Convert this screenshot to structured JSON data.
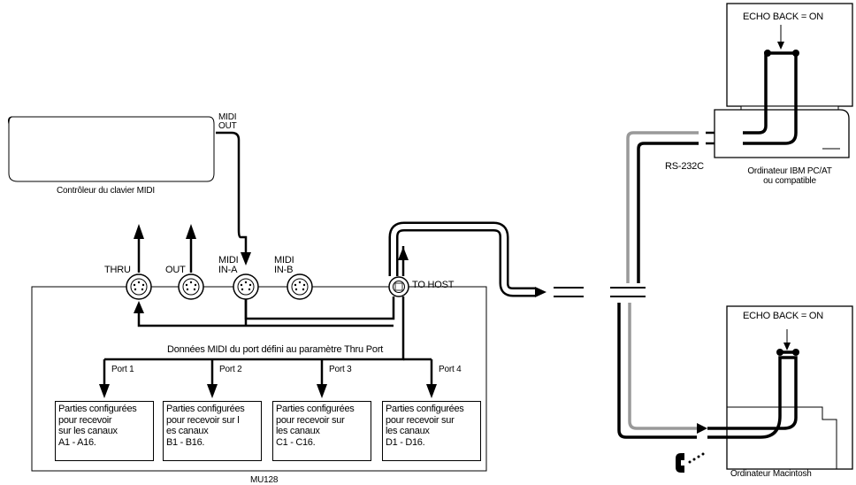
{
  "keyboard": {
    "label": "Contrôleur du clavier MIDI",
    "midi_out": [
      "MIDI",
      "OUT"
    ]
  },
  "mu128": {
    "label": "MU128",
    "jacks": {
      "thru": [
        "THRU"
      ],
      "out": [
        "OUT"
      ],
      "in_a": [
        "MIDI",
        "IN-A"
      ],
      "in_b": [
        "MIDI",
        "IN-B"
      ],
      "to_host": "TO HOST"
    },
    "thru_port_text": "Données MIDI du port défini au paramètre Thru Port",
    "ports": [
      {
        "label": "Port 1",
        "lines": [
          "Parties configurées",
          "pour recevoir",
          "sur les canaux",
          "A1 - A16."
        ]
      },
      {
        "label": "Port 2",
        "lines": [
          "Parties configurées",
          "pour recevoir sur l",
          "es canaux",
          "B1 - B16."
        ]
      },
      {
        "label": "Port 3",
        "lines": [
          "Parties configurées",
          "pour recevoir sur",
          "les canaux",
          "C1 - C16."
        ]
      },
      {
        "label": "Port 4",
        "lines": [
          "Parties configurées",
          "pour recevoir sur",
          "les canaux",
          "D1 - D16."
        ]
      }
    ]
  },
  "pc": {
    "echo": "ECHO BACK = ON",
    "rs232c": "RS-232C",
    "label": [
      "Ordinateur IBM PC/AT",
      "ou compatible"
    ]
  },
  "mac": {
    "echo": "ECHO BACK = ON",
    "label": "Ordinateur Macintosh",
    "icon": "phone-icon"
  }
}
